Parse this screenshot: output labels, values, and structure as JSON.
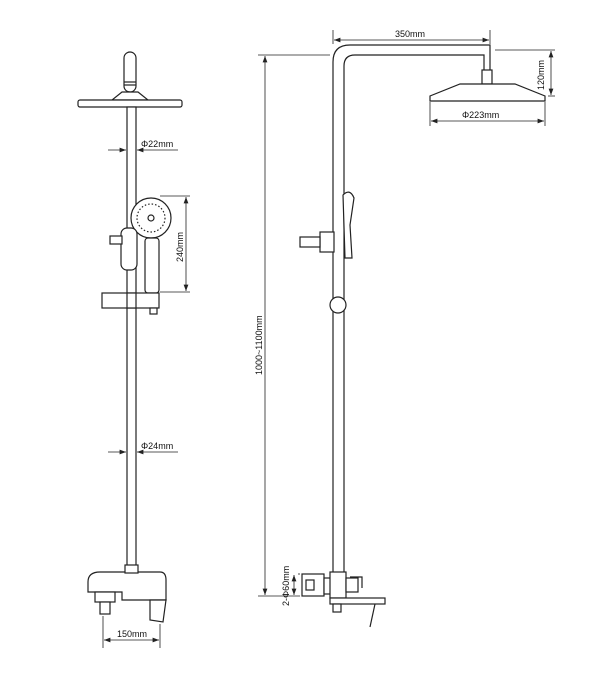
{
  "dimensions": {
    "arm_length": "350mm",
    "head_drop": "120mm",
    "head_diameter": "Φ223mm",
    "upper_pipe_diameter": "Φ22mm",
    "handheld_length": "240mm",
    "lower_pipe_diameter": "Φ24mm",
    "total_height": "1000~1100mm",
    "inlet_diameter": "2-Φ60mm",
    "inlet_spacing": "150mm"
  },
  "colors": {
    "line": "#222222",
    "background": "#ffffff"
  }
}
